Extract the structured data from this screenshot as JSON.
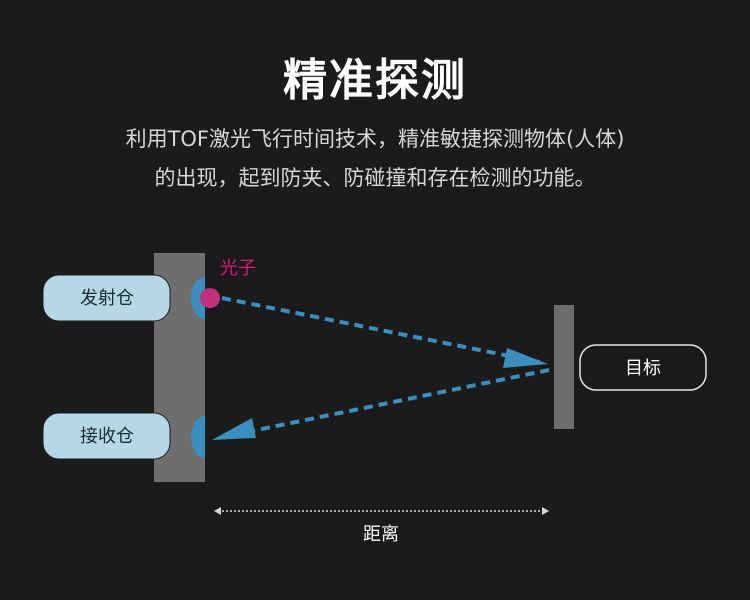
{
  "title": "精准探测",
  "description": {
    "line1": "利用TOF激光飞行时间技术，精准敏捷探测物体(人体)",
    "line2": "的出现，起到防夹、防碰撞和存在检测的功能。"
  },
  "diagram": {
    "photon_label": "光子",
    "emitter_label": "发射仓",
    "receiver_label": "接收仓",
    "target_label": "目标",
    "distance_label": "距离",
    "colors": {
      "photon": "#c0307c",
      "photon_text": "#e0157b",
      "beam": "#3b8fbf",
      "pill_fill": "#b6d8e6",
      "pill_text": "#1a2b36",
      "panel": "#6e6e6e"
    }
  }
}
